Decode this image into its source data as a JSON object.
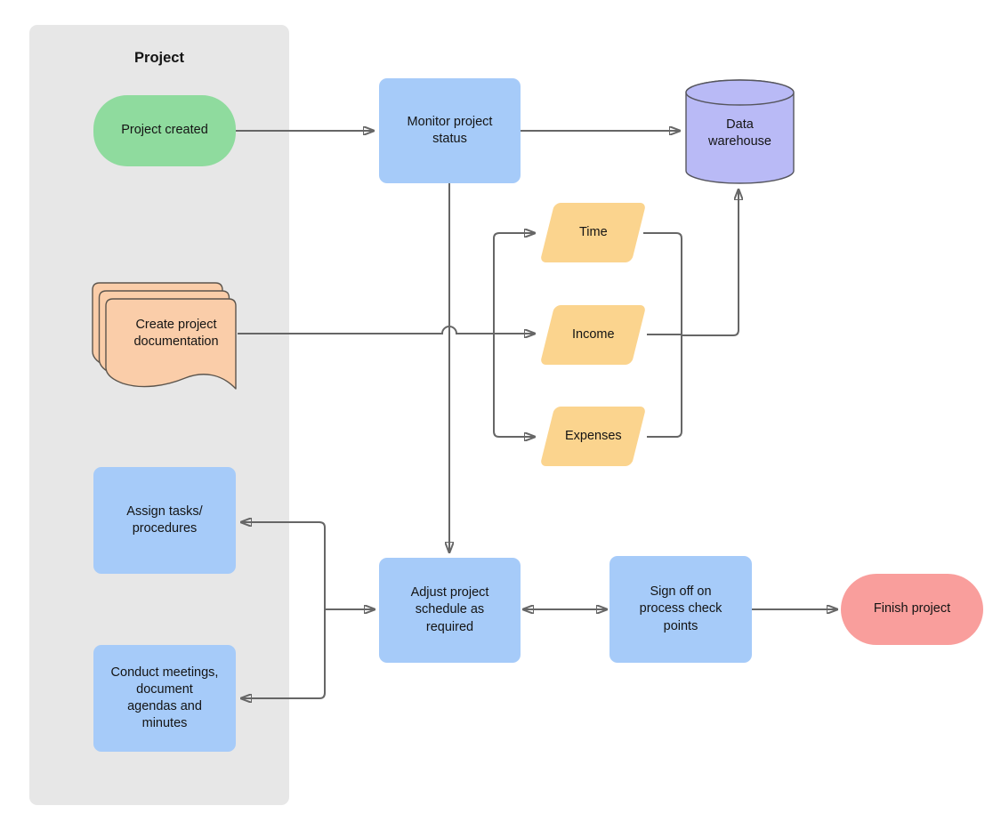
{
  "lane": {
    "title": "Project"
  },
  "colors": {
    "canvas": "#ffffff",
    "lane": "#e7e7e7",
    "text": "#141414",
    "start": "#8fdb9e",
    "process": "#a6cbf9",
    "database": "#b9baf6",
    "database_stroke": "#56565e",
    "document": "#facda9",
    "document_stroke": "#5c554d",
    "data": "#fbd48e",
    "end": "#f99e9c",
    "connector": "#666666"
  },
  "nodes": {
    "start": {
      "label": "Project created",
      "type": "terminator"
    },
    "monitor": {
      "label": "Monitor project\nstatus",
      "type": "process"
    },
    "warehouse": {
      "label": "Data\nwarehouse",
      "type": "database"
    },
    "docs": {
      "label": "Create project\ndocumentation",
      "type": "multi-document"
    },
    "time": {
      "label": "Time",
      "type": "data"
    },
    "income": {
      "label": "Income",
      "type": "data"
    },
    "expenses": {
      "label": "Expenses",
      "type": "data"
    },
    "assign": {
      "label": "Assign tasks/\nprocedures",
      "type": "process"
    },
    "meetings": {
      "label": "Conduct meetings,\ndocument\nagendas and\nminutes",
      "type": "process"
    },
    "adjust": {
      "label": "Adjust project\nschedule as\nrequired",
      "type": "process"
    },
    "signoff": {
      "label": "Sign off on\nprocess check\npoints",
      "type": "process"
    },
    "finish": {
      "label": "Finish project",
      "type": "terminator"
    }
  }
}
